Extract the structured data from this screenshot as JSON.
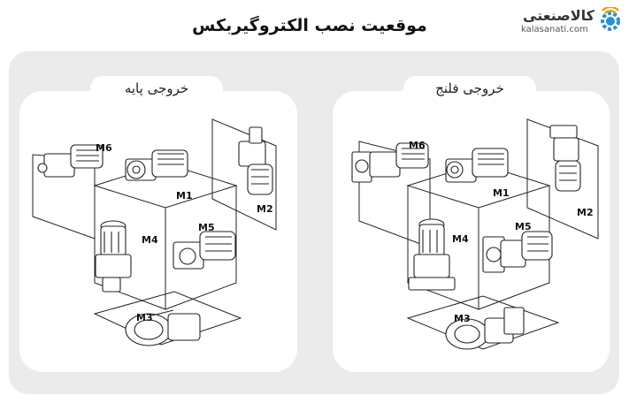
{
  "header": {
    "title": "موقعیت نصب الکتروگیربکس"
  },
  "logo": {
    "name": "کالاصنعتی",
    "domain": "kalasanati.com",
    "accent": "#e8a21a",
    "gear": "#2a8fd0"
  },
  "panels": {
    "left": {
      "title": "خروجی پایه"
    },
    "right": {
      "title": "خروجی فلنج"
    }
  },
  "labels": {
    "m1": "M1",
    "m2": "M2",
    "m3": "M3",
    "m4": "M4",
    "m5": "M5",
    "m6": "M6"
  }
}
